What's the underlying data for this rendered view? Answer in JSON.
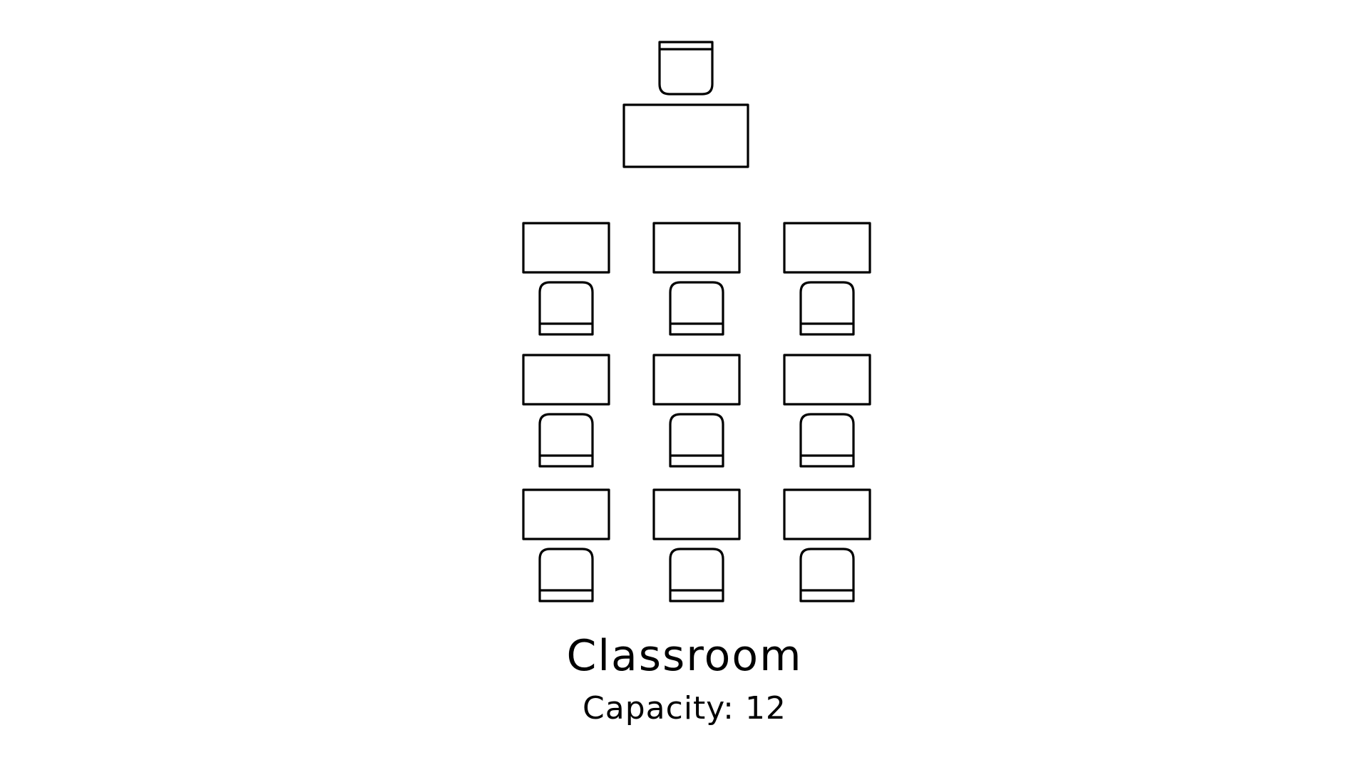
{
  "title": "Classroom",
  "capacity_text": "Capacity: 12",
  "layout": {
    "teacher_desks": 1,
    "teacher_chairs": 1,
    "student_rows": 3,
    "student_columns": 3
  },
  "colors": {
    "background": "#ffffff",
    "line": "#000000"
  }
}
